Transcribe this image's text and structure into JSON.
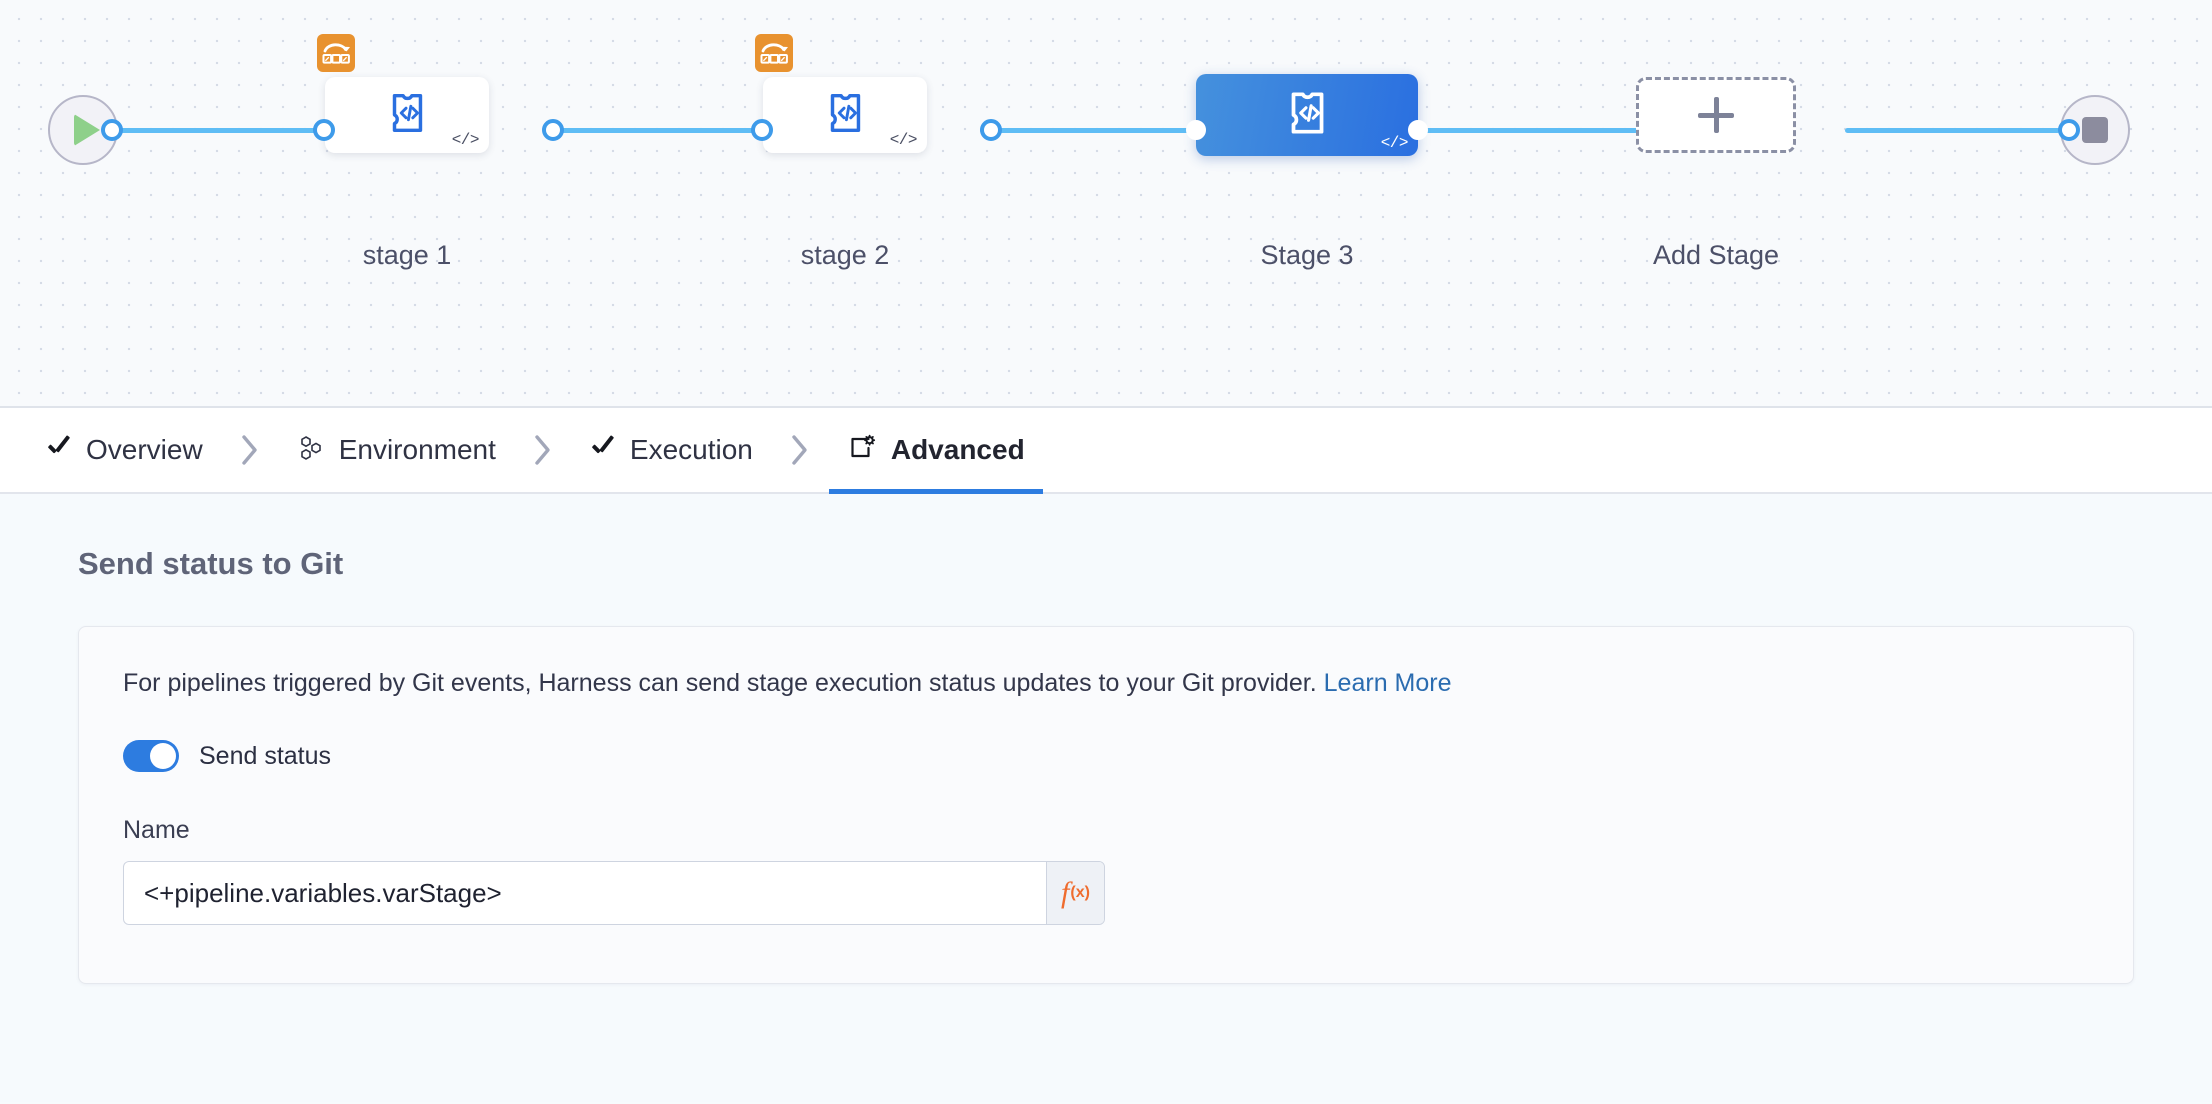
{
  "canvas": {
    "start_node": {
      "icon": "play-icon"
    },
    "end_node": {
      "icon": "stop-icon"
    },
    "stages": [
      {
        "label": "stage 1",
        "selected": false,
        "badge": "matrix-strategy-icon",
        "type_icon": "ci-build-stage-icon",
        "corner": "</>"
      },
      {
        "label": "stage 2",
        "selected": false,
        "badge": "matrix-strategy-icon",
        "type_icon": "ci-build-stage-icon",
        "corner": "</>"
      },
      {
        "label": "Stage 3",
        "selected": true,
        "badge": null,
        "type_icon": "ci-build-stage-icon",
        "corner": "</>"
      }
    ],
    "add_stage": {
      "label": "Add Stage",
      "icon": "plus-icon"
    },
    "edge_color": "#5fbdf5",
    "selected_stage_color": "#2a6fe0"
  },
  "tabs": [
    {
      "label": "Overview",
      "icon": "check-icon",
      "active": false,
      "separator": "chevron-right-icon"
    },
    {
      "label": "Environment",
      "icon": "hexagons-icon",
      "active": false,
      "separator": "chevron-right-icon"
    },
    {
      "label": "Execution",
      "icon": "check-icon",
      "active": false,
      "separator": "chevron-right-icon"
    },
    {
      "label": "Advanced",
      "icon": "advanced-gear-icon",
      "active": true,
      "separator": null
    }
  ],
  "main": {
    "section_title": "Send status to Git",
    "description_text": "For pipelines triggered by Git events, Harness can send stage execution status updates to your Git provider. ",
    "learn_more_label": "Learn More",
    "send_status": {
      "label": "Send status",
      "enabled": true
    },
    "name_field": {
      "label": "Name",
      "value": "<+pipeline.variables.varStage>",
      "placeholder": "",
      "expression_button": {
        "f": "f",
        "x": "(x)"
      }
    }
  }
}
